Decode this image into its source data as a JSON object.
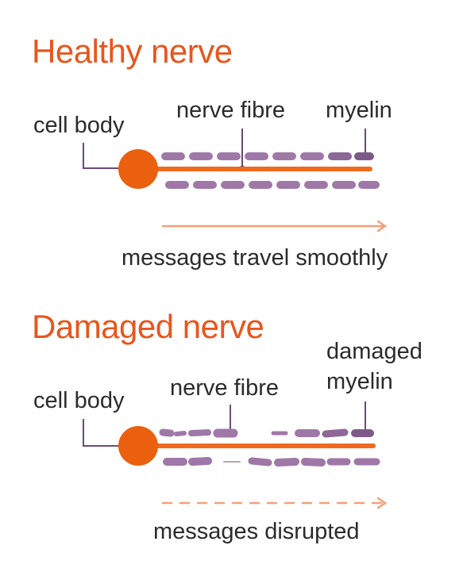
{
  "colors": {
    "heading": "#e8561c",
    "fibre": "#ef6a1f",
    "cell_body": "#ea600e",
    "myelin": "#9f78a8",
    "myelin_dark": "#7e5a89",
    "arrow": "#f3a07a",
    "leader": "#6c4a78",
    "text": "#2b2b2b"
  },
  "healthy": {
    "heading": "Healthy nerve",
    "cell_body_label": "cell body",
    "fibre_label": "nerve fibre",
    "myelin_label": "myelin",
    "caption": "messages travel smoothly",
    "arrow_style": "solid"
  },
  "damaged": {
    "heading": "Damaged nerve",
    "cell_body_label": "cell body",
    "fibre_label": "nerve fibre",
    "myelin_label_line1": "damaged",
    "myelin_label_line2": "myelin",
    "caption": "messages disrupted",
    "arrow_style": "dashed"
  }
}
